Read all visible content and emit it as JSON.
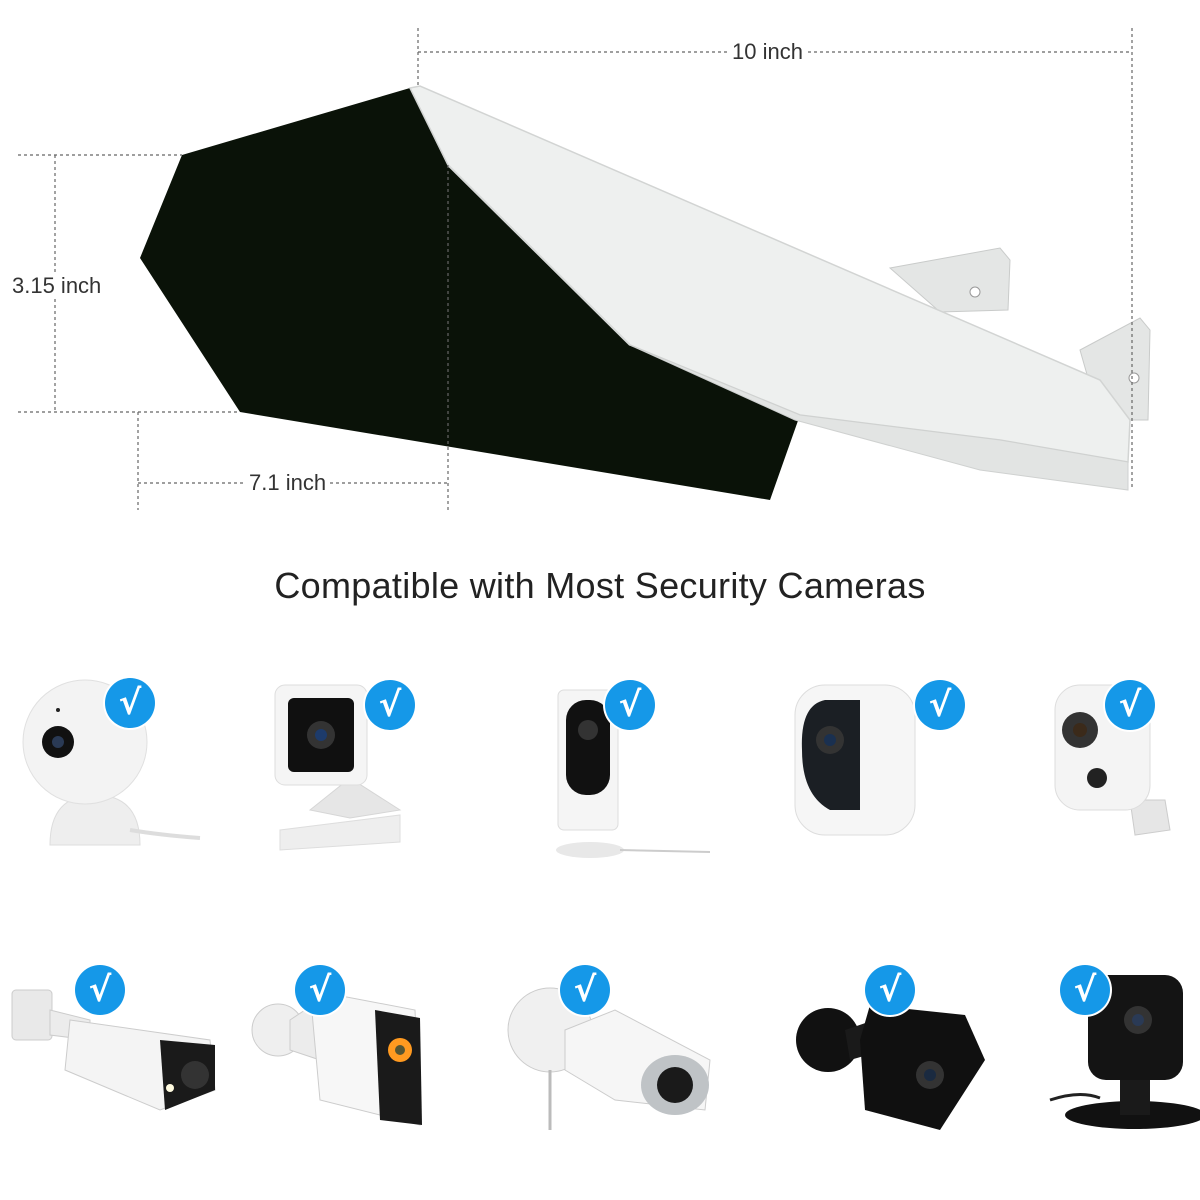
{
  "dimensions": {
    "width_label": "10 inch",
    "height_label": "3.15 inch",
    "depth_label": "7.1 inch"
  },
  "headline": "Compatible with Most Security Cameras",
  "badge_glyph": "√",
  "colors": {
    "badge": "#1598e8",
    "hood_white": "#eef0ef",
    "hood_shadow": "#0a1208"
  },
  "cameras": [
    {
      "icon": "indoor-dome-camera-icon"
    },
    {
      "icon": "cube-camera-icon"
    },
    {
      "icon": "stick-up-camera-icon"
    },
    {
      "icon": "battery-camera-icon"
    },
    {
      "icon": "wall-mount-battery-camera-icon"
    },
    {
      "icon": "bullet-poe-camera-icon"
    },
    {
      "icon": "spotlight-camera-icon"
    },
    {
      "icon": "outdoor-bullet-camera-icon"
    },
    {
      "icon": "black-battery-camera-mount-icon"
    },
    {
      "icon": "mini-indoor-camera-icon"
    }
  ]
}
